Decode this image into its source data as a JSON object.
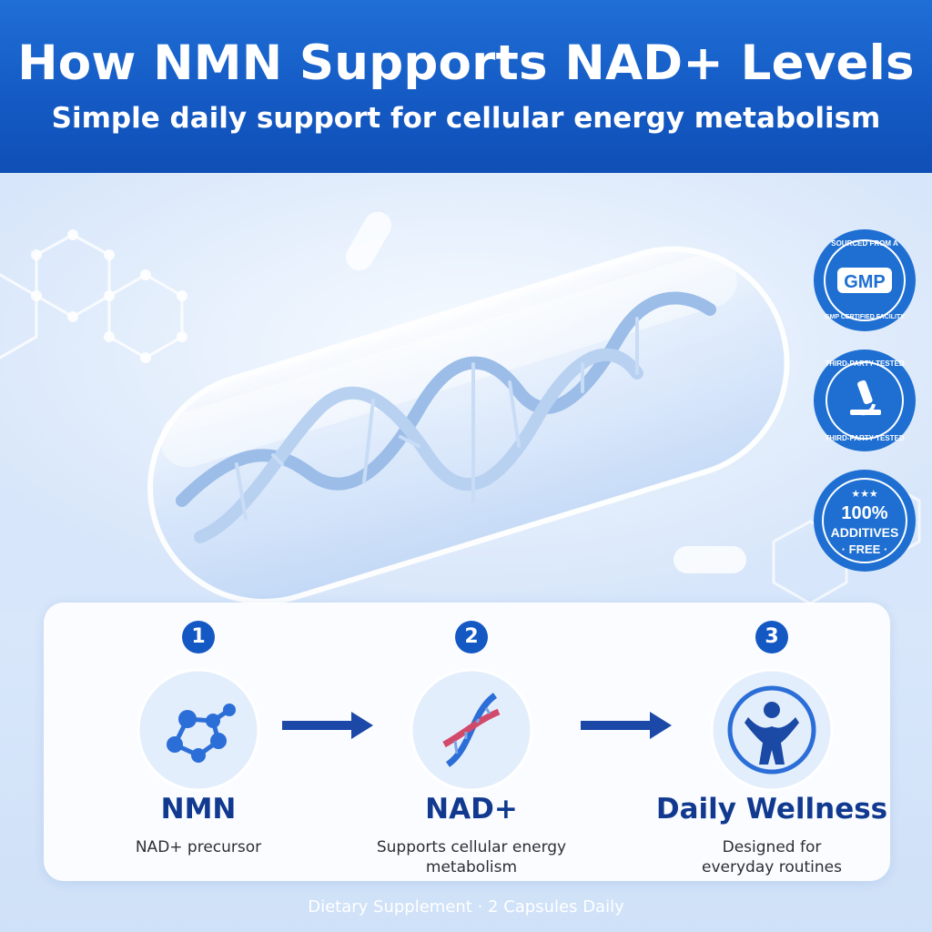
{
  "header": {
    "title": "How NMN Supports NAD+ Levels",
    "subtitle": "Simple daily support for cellular energy metabolism"
  },
  "badges": [
    {
      "icon": "gmp-certified-icon",
      "center": "GMP",
      "ring_top": "SOURCED FROM A",
      "ring_bottom": "GMP CERTIFIED FACILITY"
    },
    {
      "icon": "microscope-icon",
      "ring_top": "THIRD-PARTY TESTED",
      "ring_bottom": "THIRD-PARTY TESTED"
    },
    {
      "icon": "stars-icon",
      "line1": "100%",
      "line2": "ADDITIVES",
      "line3": "· FREE ·"
    }
  ],
  "steps": [
    {
      "number": "1",
      "icon": "molecule-icon",
      "title": "NMN",
      "desc": "NAD+ precursor"
    },
    {
      "number": "2",
      "icon": "dna-icon",
      "title": "NAD+",
      "desc": "Supports cellular energy metabolism"
    },
    {
      "number": "3",
      "icon": "person-wellness-icon",
      "title": "Daily Wellness",
      "desc": "Designed for everyday routines"
    }
  ],
  "footer": "Dietary Supplement · 2 Capsules Daily",
  "colors": {
    "brand_blue": "#1458c4",
    "title_navy": "#10398f",
    "badge_blue": "#1e6fd1"
  }
}
